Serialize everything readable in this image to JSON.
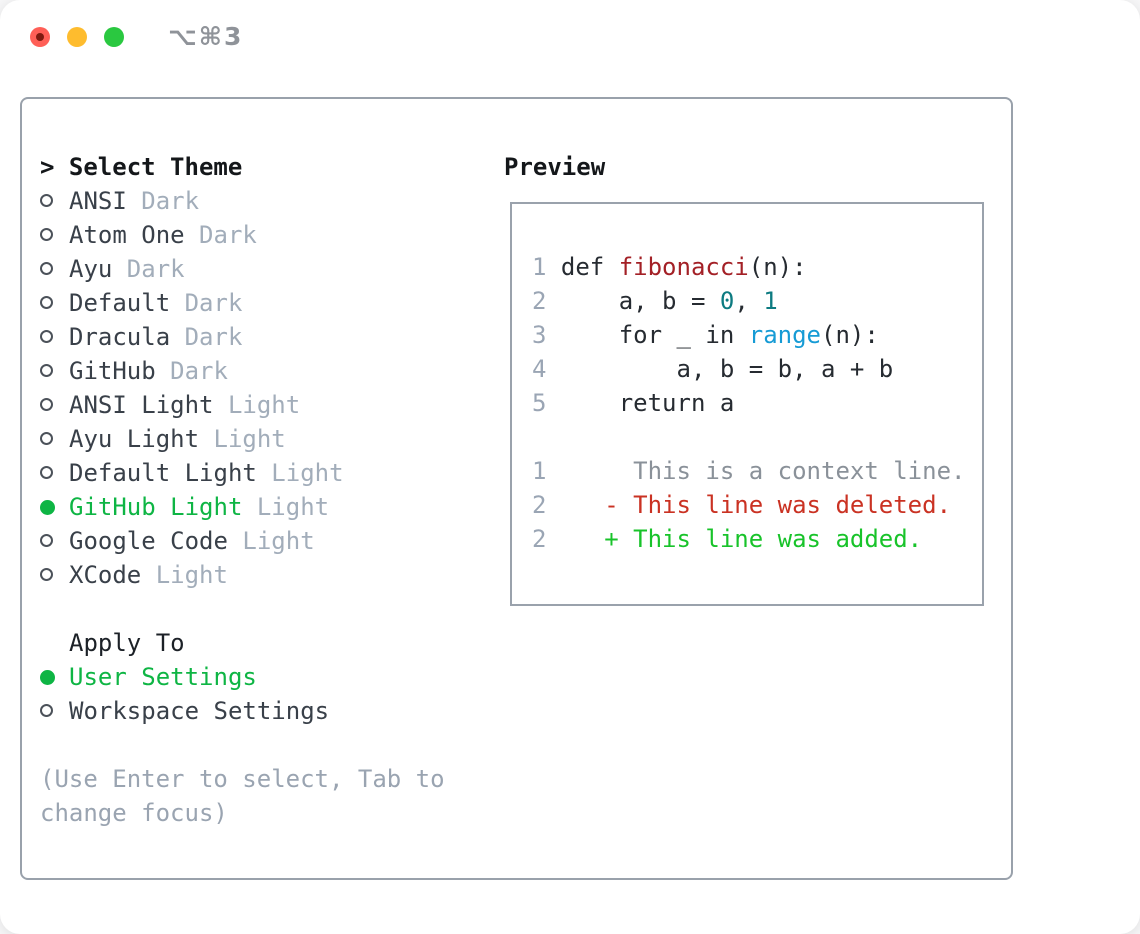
{
  "window": {
    "title": "⌥⌘3"
  },
  "traffic_lights": [
    {
      "name": "close",
      "color": "#ff5f57"
    },
    {
      "name": "minimize",
      "color": "#febc2e"
    },
    {
      "name": "zoom",
      "color": "#2ac840"
    }
  ],
  "colors": {
    "title_gray": "#8f9399",
    "header_dark": "#14171a",
    "item_name": "#394049",
    "variant_gray": "#a2adba",
    "selected_green": "#0eb544",
    "apply_header": "#1c2127",
    "hint_gray": "#9aa4b1",
    "ln": "#9aa5b4",
    "code": "#262b31",
    "fn": "#a32026",
    "num": "#0d7b81",
    "bi": "#169bd5",
    "ctx": "#8a9199",
    "del": "#ca3223",
    "add": "#18c32a"
  },
  "theme_picker": {
    "header": "> Select Theme",
    "items": [
      {
        "name": "ANSI",
        "variant": "Dark",
        "selected": false
      },
      {
        "name": "Atom One",
        "variant": "Dark",
        "selected": false
      },
      {
        "name": "Ayu",
        "variant": "Dark",
        "selected": false
      },
      {
        "name": "Default",
        "variant": "Dark",
        "selected": false
      },
      {
        "name": "Dracula",
        "variant": "Dark",
        "selected": false
      },
      {
        "name": "GitHub",
        "variant": "Dark",
        "selected": false
      },
      {
        "name": "ANSI Light",
        "variant": "Light",
        "selected": false
      },
      {
        "name": "Ayu Light",
        "variant": "Light",
        "selected": false
      },
      {
        "name": "Default Light",
        "variant": "Light",
        "selected": false
      },
      {
        "name": "GitHub Light",
        "variant": "Light",
        "selected": true
      },
      {
        "name": "Google Code",
        "variant": "Light",
        "selected": false
      },
      {
        "name": "XCode",
        "variant": "Light",
        "selected": false
      }
    ]
  },
  "apply_to": {
    "header": "Apply To",
    "options": [
      {
        "label": "User Settings",
        "selected": true
      },
      {
        "label": "Workspace Settings",
        "selected": false
      }
    ]
  },
  "hint": {
    "line1": "(Use Enter to select, Tab to",
    "line2": "change focus)"
  },
  "preview": {
    "label": "Preview",
    "code_lines": [
      [
        {
          "t": "1 ",
          "c": "ln"
        },
        {
          "t": "def ",
          "c": "code"
        },
        {
          "t": "fibonacci",
          "c": "fn"
        },
        {
          "t": "(n):",
          "c": "code"
        }
      ],
      [
        {
          "t": "2 ",
          "c": "ln"
        },
        {
          "t": "    a, b = ",
          "c": "code"
        },
        {
          "t": "0",
          "c": "num"
        },
        {
          "t": ", ",
          "c": "code"
        },
        {
          "t": "1",
          "c": "num"
        }
      ],
      [
        {
          "t": "3 ",
          "c": "ln"
        },
        {
          "t": "    for _ in ",
          "c": "code"
        },
        {
          "t": "range",
          "c": "bi"
        },
        {
          "t": "(n):",
          "c": "code"
        }
      ],
      [
        {
          "t": "4 ",
          "c": "ln"
        },
        {
          "t": "        a, b = b, a + b",
          "c": "code"
        }
      ],
      [
        {
          "t": "5 ",
          "c": "ln"
        },
        {
          "t": "    return a",
          "c": "code"
        }
      ]
    ],
    "diff_lines": [
      [
        {
          "t": "1",
          "c": "ln"
        },
        {
          "t": "      This is a context line.",
          "c": "ctx"
        }
      ],
      [
        {
          "t": "2",
          "c": "ln"
        },
        {
          "t": "    ",
          "c": "code"
        },
        {
          "t": "- This line was deleted.",
          "c": "del"
        }
      ],
      [
        {
          "t": "2",
          "c": "ln"
        },
        {
          "t": "    ",
          "c": "code"
        },
        {
          "t": "+ This line was added.",
          "c": "add"
        }
      ]
    ]
  }
}
